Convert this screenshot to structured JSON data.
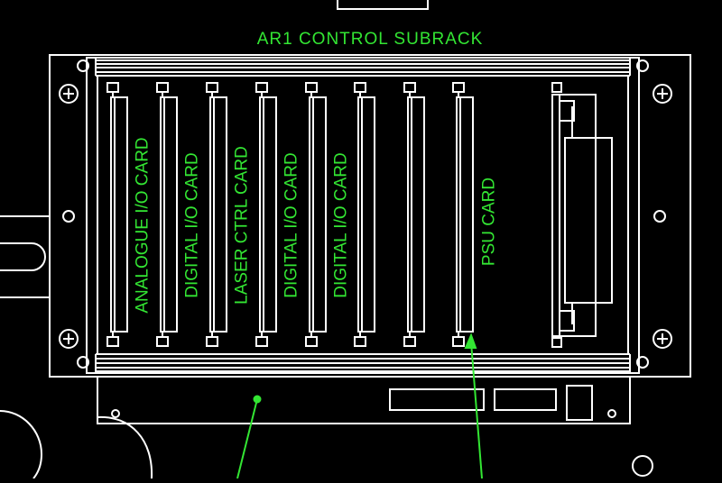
{
  "diagram": {
    "title": "AR1  CONTROL SUBRACK",
    "slots": [
      {
        "label": "ANALOGUE I/O CARD"
      },
      {
        "label": "DIGITAL I/O CARD"
      },
      {
        "label": "LASER CTRL CARD"
      },
      {
        "label": "DIGITAL I/O CARD"
      },
      {
        "label": "DIGITAL I/O CARD"
      },
      {
        "label": ""
      },
      {
        "label": ""
      },
      {
        "label": "PSU CARD"
      }
    ]
  },
  "colors": {
    "background": "#000000",
    "line": "#ffffff",
    "text": "#33e633",
    "leader": "#33e633"
  }
}
